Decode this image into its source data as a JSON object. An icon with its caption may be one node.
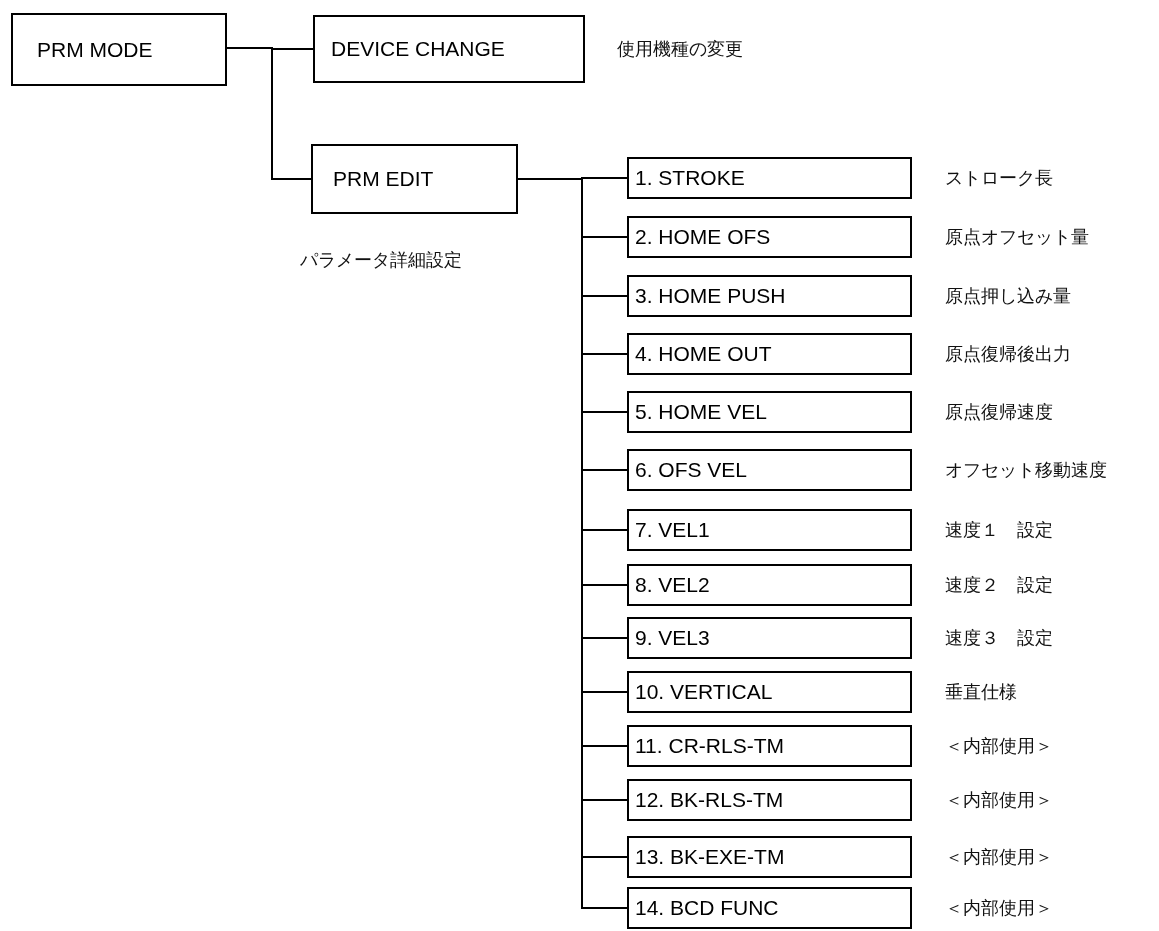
{
  "diagram": {
    "nodes": [
      {
        "text": [
          "PRM MODE"
        ]
      },
      {
        "text": [
          "DEVICE CHANGE"
        ],
        "beside": [
          "使用機種の変更"
        ]
      },
      {
        "text": [
          "PRM EDIT"
        ],
        "beside": [
          "パラメータ詳細設定"
        ]
      },
      {
        "text": [
          "1. STROKE"
        ],
        "beside": [
          "ストローク長"
        ]
      },
      {
        "text": [
          "2. HOME OFS"
        ],
        "beside": [
          "原点オフセット量"
        ]
      },
      {
        "text": [
          "3. HOME PUSH"
        ],
        "beside": [
          "原点押し込み量"
        ]
      },
      {
        "text": [
          "4. HOME OUT"
        ],
        "beside": [
          "原点復帰後出力"
        ]
      },
      {
        "text": [
          "5. HOME VEL"
        ],
        "beside": [
          "原点復帰速度"
        ]
      },
      {
        "text": [
          "6. OFS VEL"
        ],
        "beside": [
          "オフセット移動速度"
        ]
      },
      {
        "text": [
          "7. VEL1"
        ],
        "beside": [
          "速度１　設定"
        ]
      },
      {
        "text": [
          "8. VEL2"
        ],
        "beside": [
          "速度２　設定"
        ]
      },
      {
        "text": [
          "9. VEL3"
        ],
        "beside": [
          "速度３　設定"
        ]
      },
      {
        "text": [
          "10. VERTICAL"
        ],
        "beside": [
          "垂直仕様"
        ]
      },
      {
        "text": [
          "11. CR-RLS-TM"
        ],
        "beside": [
          "＜内部使用＞"
        ]
      },
      {
        "text": [
          "12. BK-RLS-TM"
        ],
        "beside": [
          "＜内部使用＞"
        ]
      },
      {
        "text": [
          "13. BK-EXE-TM"
        ],
        "beside": [
          "＜内部使用＞"
        ]
      },
      {
        "text": [
          "14. BCD FUNC"
        ],
        "beside": [
          "＜内部使用＞"
        ]
      }
    ],
    "edges": [
      {
        "from": 0,
        "to": 1,
        "arrow": "none"
      },
      {
        "from": 0,
        "to": 2,
        "arrow": "none"
      },
      {
        "from": 2,
        "to": 3,
        "arrow": "none"
      },
      {
        "from": 2,
        "to": 4,
        "arrow": "none"
      },
      {
        "from": 2,
        "to": 5,
        "arrow": "none"
      },
      {
        "from": 2,
        "to": 6,
        "arrow": "none"
      },
      {
        "from": 2,
        "to": 7,
        "arrow": "none"
      },
      {
        "from": 2,
        "to": 8,
        "arrow": "none"
      },
      {
        "from": 2,
        "to": 9,
        "arrow": "none"
      },
      {
        "from": 2,
        "to": 10,
        "arrow": "none"
      },
      {
        "from": 2,
        "to": 11,
        "arrow": "none"
      },
      {
        "from": 2,
        "to": 12,
        "arrow": "none"
      },
      {
        "from": 2,
        "to": 13,
        "arrow": "none"
      },
      {
        "from": 2,
        "to": 14,
        "arrow": "none"
      },
      {
        "from": 2,
        "to": 15,
        "arrow": "none"
      },
      {
        "from": 2,
        "to": 16,
        "arrow": "none"
      }
    ]
  }
}
